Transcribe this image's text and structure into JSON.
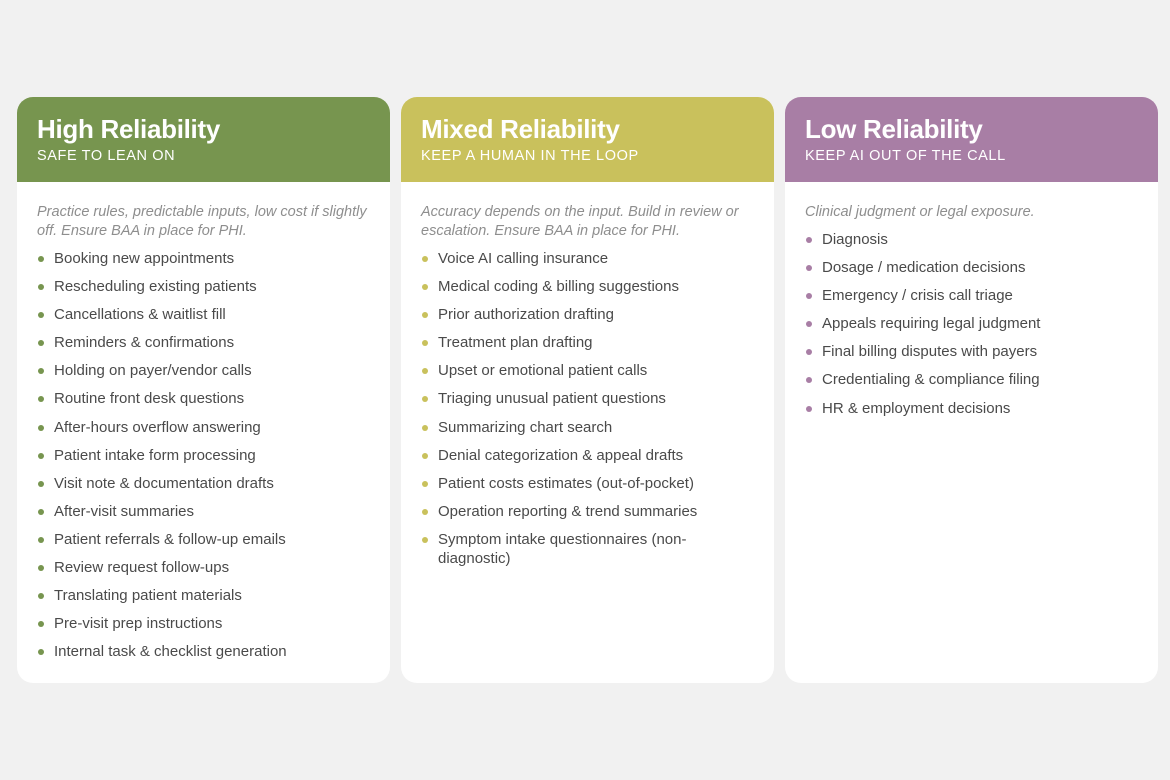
{
  "columns": [
    {
      "title": "High Reliability",
      "subtitle": "SAFE TO LEAN ON",
      "note": "Practice rules, predictable inputs, low cost if slightly off. Ensure BAA in place for PHI.",
      "accent": "#77954f",
      "items": [
        "Booking new appointments",
        "Rescheduling existing patients",
        "Cancellations & waitlist fill",
        "Reminders & confirmations",
        "Holding on payer/vendor calls",
        "Routine front desk questions",
        "After-hours overflow answering",
        "Patient intake form processing",
        "Visit note & documentation drafts",
        "After-visit summaries",
        "Patient referrals & follow-up emails",
        "Review request follow-ups",
        "Translating patient materials",
        "Pre-visit prep instructions",
        "Internal task & checklist generation"
      ]
    },
    {
      "title": "Mixed Reliability",
      "subtitle": "KEEP A HUMAN IN THE LOOP",
      "note": "Accuracy depends on the input. Build in review or escalation. Ensure BAA in place for PHI.",
      "accent": "#c9c15c",
      "items": [
        "Voice AI calling insurance",
        "Medical coding & billing suggestions",
        "Prior authorization drafting",
        "Treatment plan drafting",
        "Upset or emotional patient calls",
        "Triaging unusual patient questions",
        "Summarizing chart search",
        "Denial categorization & appeal drafts",
        "Patient costs estimates (out-of-pocket)",
        "Operation reporting & trend summaries",
        "Symptom intake questionnaires (non-diagnostic)"
      ]
    },
    {
      "title": "Low Reliability",
      "subtitle": "KEEP AI OUT OF THE CALL",
      "note": "Clinical judgment or legal exposure.",
      "accent": "#a87ea5",
      "items": [
        "Diagnosis",
        "Dosage / medication decisions",
        "Emergency / crisis call triage",
        "Appeals requiring legal judgment",
        "Final billing disputes with payers",
        "Credentialing & compliance filing",
        "HR & employment decisions"
      ]
    }
  ]
}
